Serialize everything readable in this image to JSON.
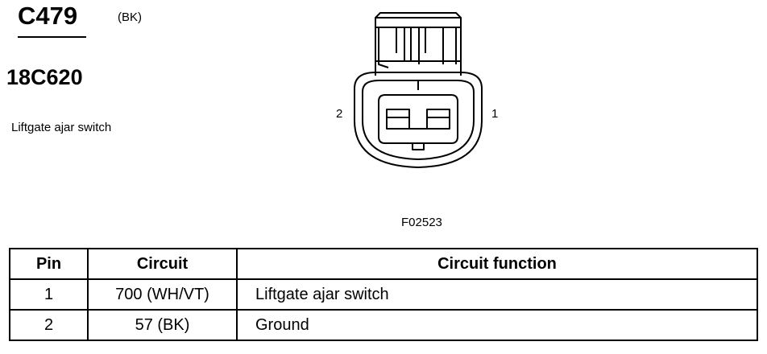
{
  "connector": {
    "id": "C479",
    "color": "(BK)",
    "part_number": "18C620",
    "description": "Liftgate ajar switch"
  },
  "diagram": {
    "pin_label_left": "2",
    "pin_label_right": "1",
    "figure_code": "F02523"
  },
  "table": {
    "headers": [
      "Pin",
      "Circuit",
      "Circuit function"
    ],
    "rows": [
      {
        "pin": "1",
        "circuit": "700 (WH/VT)",
        "function": "Liftgate ajar switch"
      },
      {
        "pin": "2",
        "circuit": "57 (BK)",
        "function": "Ground"
      }
    ]
  }
}
